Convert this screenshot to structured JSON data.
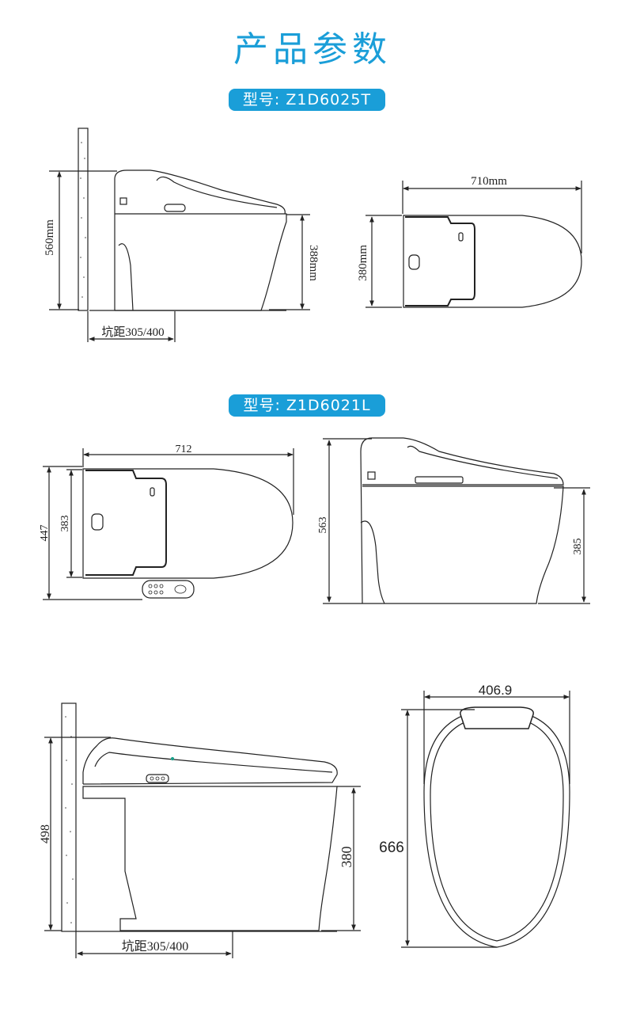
{
  "title": "产品参数",
  "models": [
    {
      "label": "型号: Z1D6025T",
      "side_view": {
        "height": "560mm",
        "bowl_height": "388mm",
        "rough_in": "坑距305/400"
      },
      "top_view": {
        "length": "710mm",
        "width": "380mm"
      }
    },
    {
      "label": "型号: Z1D6021L",
      "top_view": {
        "length": "712",
        "total_width": "447",
        "body_width": "383"
      },
      "side_view": {
        "height": "563",
        "bowl_height": "385"
      }
    }
  ],
  "third": {
    "side_view": {
      "height": "498",
      "bowl_height": "380",
      "rough_in": "坑距305/400"
    },
    "top_view": {
      "width": "406.9",
      "length": "666"
    }
  },
  "colors": {
    "accent": "#1a9ed8",
    "line": "#222222"
  }
}
